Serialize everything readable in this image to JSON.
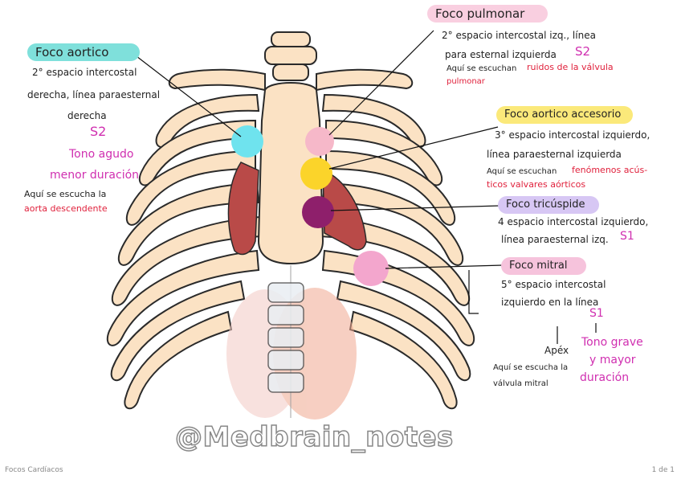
{
  "labels": {
    "aortico": {
      "title": "Foco aortico",
      "color": "#7fe0db"
    },
    "pulmonar": {
      "title": "Foco pulmonar",
      "color": "#f9cfe0"
    },
    "aortico_accesorio": {
      "title": "Foco aortico accesorio",
      "color": "#fbe97a"
    },
    "tricuspide": {
      "title": "Foco tricúspide",
      "color": "#d7c7f4"
    },
    "mitral": {
      "title": "Foco mitral",
      "color": "#f6c3dc"
    }
  },
  "notes": {
    "aortico": {
      "line1": "2° espacio intercostal",
      "line2": "derecha, línea paraesternal",
      "line3": "derecha",
      "sound": "S2",
      "tone1": "Tono agudo",
      "tone2": "menor duración",
      "line4": "Aquí se escucha la",
      "line5": "aorta descendente"
    },
    "pulmonar": {
      "line1": "2° espacio intercostal izq., línea",
      "line2": "para esternal izquierda",
      "sound": "S2",
      "line3a": "Aquí se escuchan",
      "line3b": "ruidos de la válvula",
      "line4": "pulmonar"
    },
    "aortico_accesorio": {
      "line1": "3° espacio intercostal izquierdo,",
      "line2": "línea paraesternal izquierda",
      "line3a": "Aquí se escuchan",
      "line3b": "fenómenos acús-",
      "line4": "ticos valvares aórticos"
    },
    "tricuspide": {
      "line1": "4 espacio intercostal izquierdo,",
      "line2": "línea paraesternal izq.",
      "sound": "S1"
    },
    "mitral": {
      "line1": "5° espacio intercostal",
      "line2": "izquierdo en la línea",
      "sound": "S1",
      "apex": "Apéx",
      "tone1": "Tono grave",
      "tone2": "y mayor",
      "tone3": "duración",
      "line3": "Aquí se escucha la",
      "line4": "válvula mitral"
    }
  },
  "watermark": "@Medbrain_notes",
  "footer": {
    "title": "Focos Cardíacos",
    "page": "1 de 1"
  },
  "colors": {
    "bone": "#fbe2c4",
    "outline": "#2a2a2a",
    "heart": "#b94a48",
    "dot_aortico": "#6fe3ee",
    "dot_pulmonar": "#f6b8c9",
    "dot_accesorio": "#fbd42a",
    "dot_tricuspide": "#8e1f6b",
    "dot_mitral": "#f3a6cd"
  }
}
